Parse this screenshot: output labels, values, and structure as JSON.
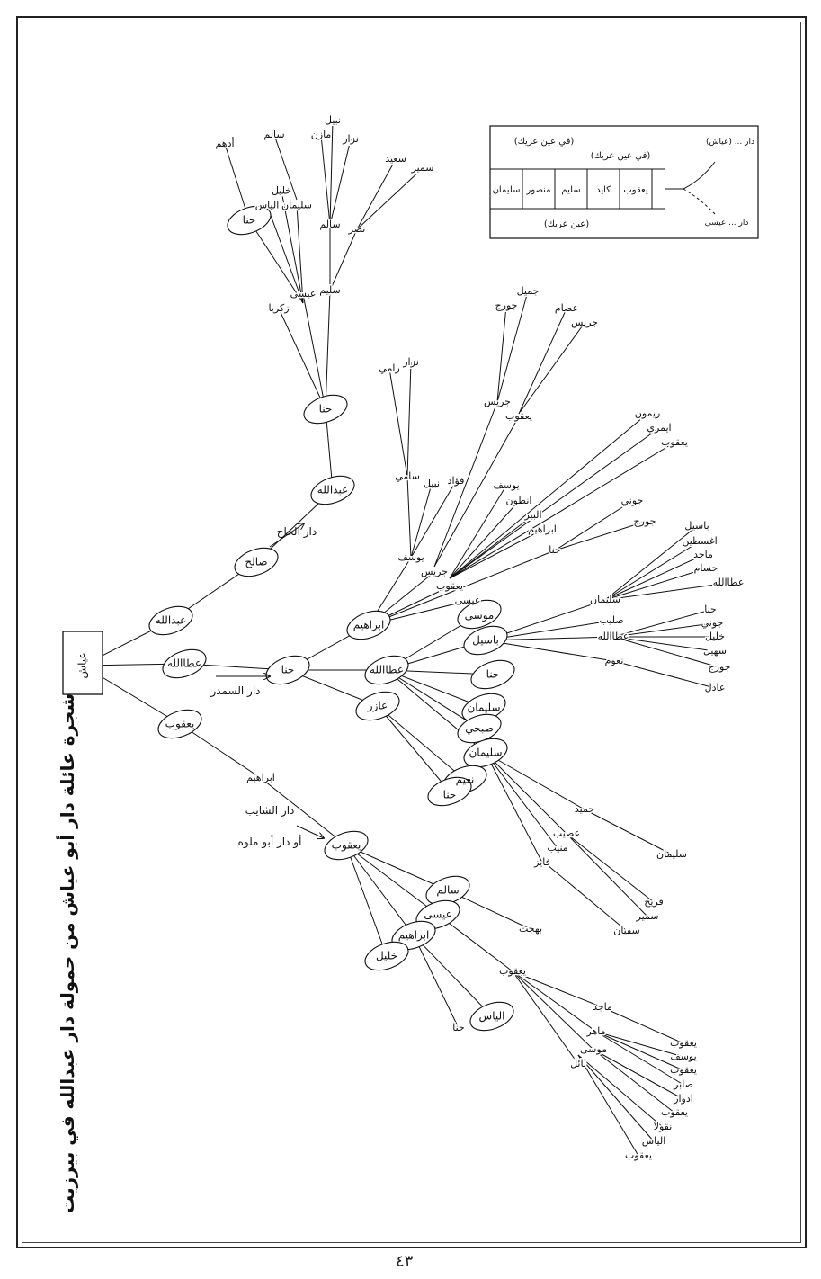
{
  "title": "شجرة عائلة دار أبو عياش من حمولة دار عبدالله في بيرزيت",
  "page_number": "٤٣",
  "annotations": {
    "dar_alhaj": "دار الحاج",
    "dar_alsamdar": "دار السمدر",
    "dar_alshayeb": "دار الشايب",
    "dar_abu_malooh": "أو دار أبو ملوه"
  },
  "legend": {
    "cells": [
      "يعقوب",
      "كايد",
      "سليم",
      "منصور",
      "سليمان"
    ],
    "top_note_1": "(في عين عريك)",
    "top_note_2": "(في عين عريك)",
    "bottom_note": "(عين عريك)",
    "side_note_1": "دار ... (عياش)",
    "side_note_2": "دار ... عيسى"
  },
  "nodes": [
    "عياش",
    "عبدالله",
    "عطاالله",
    "يعقوب",
    "صالح",
    "عبدالله",
    "حنا",
    "زكريا",
    "عيسى",
    "سليم",
    "حنا",
    "الياس",
    "خليل",
    "سليمان",
    "سالم",
    "نصر",
    "أدهم",
    "سالم",
    "مازن",
    "نبيل",
    "نزار",
    "سعيد",
    "سمير",
    "حنا",
    "ابراهيم",
    "عطاالله",
    "عازر",
    "يوسف",
    "جريس",
    "يعقوب",
    "عيسى",
    "حنا",
    "جوني",
    "جورج",
    "يوسف",
    "انطون",
    "البير",
    "ابراهيم",
    "ريمون",
    "ايمري",
    "يعقوب",
    "سامي",
    "نبيل",
    "فؤاد",
    "رامي",
    "نزار",
    "جريس",
    "يعقوب",
    "جورج",
    "جميل",
    "عصام",
    "جريس",
    "موسى",
    "باسيل",
    "حنا",
    "سليمان",
    "صبحي",
    "سليمان",
    "نعيم",
    "حنا",
    "سليمان",
    "صليب",
    "عطاالله",
    "نعوم",
    "حنا",
    "جوني",
    "خليل",
    "سهيل",
    "جورج",
    "عادل",
    "باسيل",
    "اغسطين",
    "ماجد",
    "حسام",
    "عطاالله",
    "حميد",
    "عصيب",
    "منيب",
    "فايز",
    "سليمان",
    "فريح",
    "سمير",
    "سفيان",
    "ابراهيم",
    "يعقوب",
    "سالم",
    "عيسى",
    "ابراهيم",
    "خليل",
    "بهجت",
    "يعقوب",
    "الياس",
    "حنا",
    "ماجد",
    "ماهر",
    "موسى",
    "نائل",
    "يعقوب",
    "يوسف",
    "يعقوب",
    "صابر",
    "ادوار",
    "يعقوب",
    "نقولا",
    "الياس",
    "يعقوب"
  ]
}
